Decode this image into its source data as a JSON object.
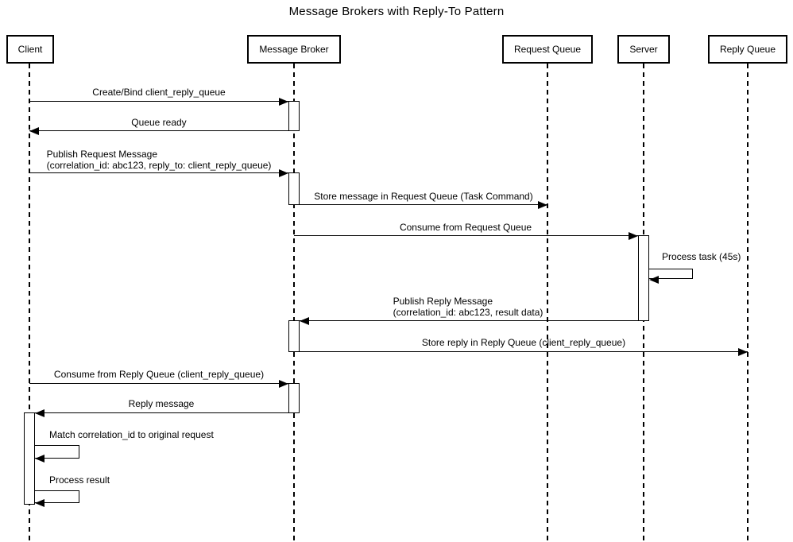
{
  "title": "Message Brokers with Reply-To Pattern",
  "colors": {
    "stroke": "#000000",
    "background": "#ffffff"
  },
  "participants": [
    {
      "name": "Client"
    },
    {
      "name": "Message Broker"
    },
    {
      "name": "Request Queue"
    },
    {
      "name": "Server"
    },
    {
      "name": "Reply Queue"
    }
  ],
  "messages": [
    {
      "from": "Client",
      "to": "Message Broker",
      "kind": "call",
      "lines": [
        "Create/Bind client_reply_queue"
      ]
    },
    {
      "from": "Message Broker",
      "to": "Client",
      "kind": "return",
      "lines": [
        "Queue ready"
      ]
    },
    {
      "from": "Client",
      "to": "Message Broker",
      "kind": "call",
      "lines": [
        "Publish Request Message",
        "(correlation_id: abc123, reply_to: client_reply_queue)"
      ]
    },
    {
      "from": "Message Broker",
      "to": "Request Queue",
      "kind": "call",
      "lines": [
        "Store message in Request Queue (Task Command)"
      ]
    },
    {
      "from": "Message Broker",
      "to": "Server",
      "kind": "call",
      "lines": [
        "Consume from Request Queue"
      ]
    },
    {
      "from": "Server",
      "to": "Server",
      "kind": "self",
      "lines": [
        "Process task (45s)"
      ]
    },
    {
      "from": "Server",
      "to": "Message Broker",
      "kind": "call",
      "lines": [
        "Publish Reply Message",
        "(correlation_id: abc123, result data)"
      ]
    },
    {
      "from": "Message Broker",
      "to": "Reply Queue",
      "kind": "call",
      "lines": [
        "Store reply in Reply Queue (client_reply_queue)"
      ]
    },
    {
      "from": "Client",
      "to": "Message Broker",
      "kind": "call",
      "lines": [
        "Consume from Reply Queue (client_reply_queue)"
      ]
    },
    {
      "from": "Message Broker",
      "to": "Client",
      "kind": "return",
      "lines": [
        "Reply message"
      ]
    },
    {
      "from": "Client",
      "to": "Client",
      "kind": "self",
      "lines": [
        "Match correlation_id to original request"
      ]
    },
    {
      "from": "Client",
      "to": "Client",
      "kind": "self",
      "lines": [
        "Process result"
      ]
    }
  ]
}
